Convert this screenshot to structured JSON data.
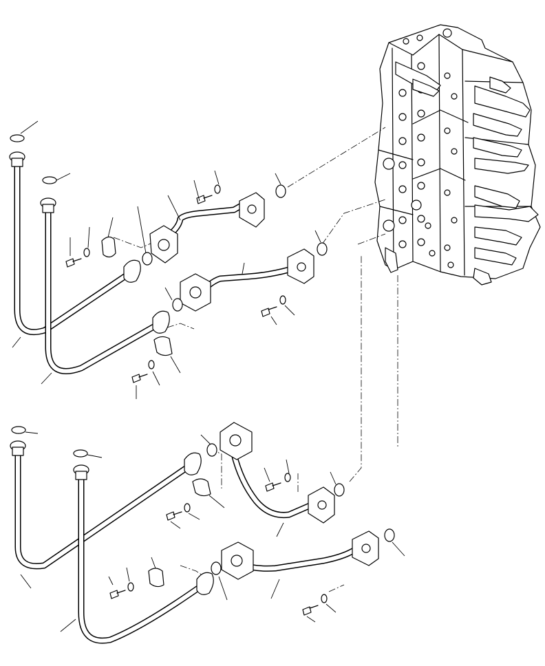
{
  "diagram": {
    "type": "exploded-parts-view",
    "text_labels": [],
    "callout_count": 40,
    "groups": [
      {
        "name": "upper-left-hoses"
      },
      {
        "name": "upper-right-tubes"
      },
      {
        "name": "lower-left-hoses"
      },
      {
        "name": "lower-right-tubes"
      },
      {
        "name": "control-valve-assembly"
      }
    ],
    "colors": {
      "line": "#000000",
      "background": "#ffffff"
    }
  }
}
